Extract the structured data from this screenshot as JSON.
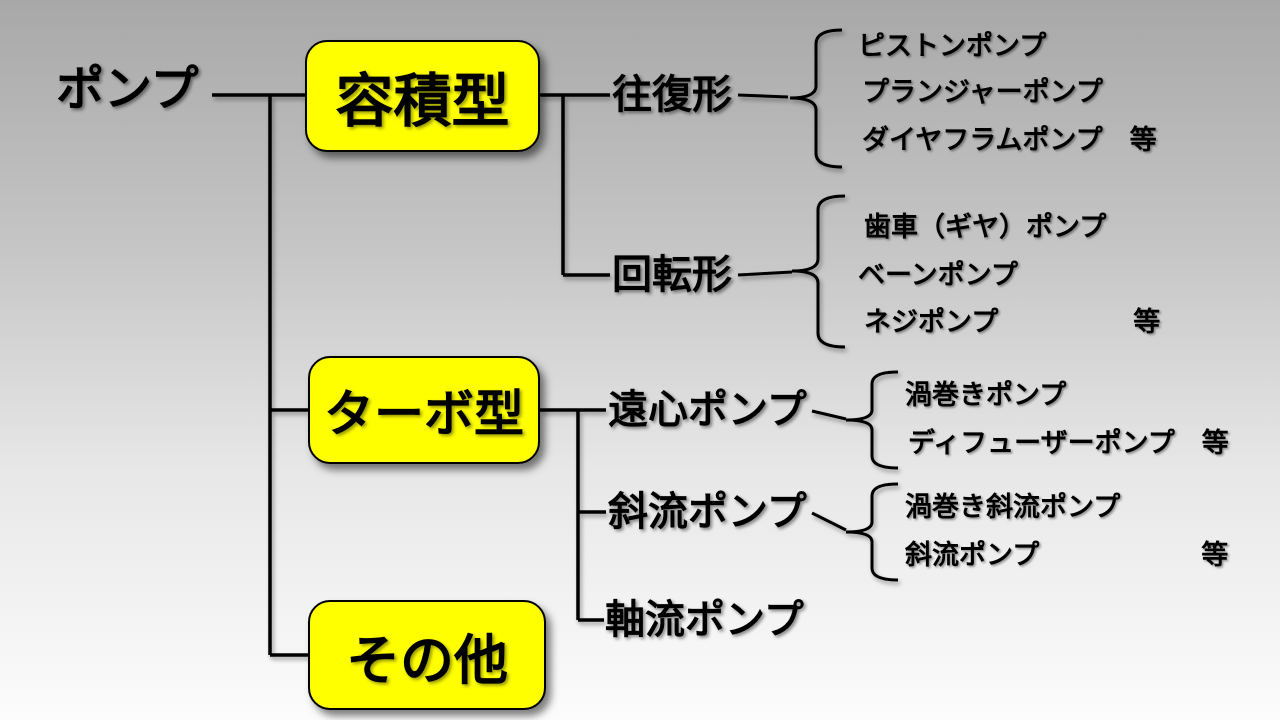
{
  "colors": {
    "box_fill": "#ffff00",
    "line": "#000000",
    "background_top": "#a8a8a8",
    "background_bottom": "#fcfcfc"
  },
  "root": {
    "label": "ポンプ"
  },
  "tree": {
    "categories": [
      {
        "label": "容積型",
        "color": "#ffff00",
        "children": [
          {
            "label": "往復形",
            "items": [
              "ピストンポンプ",
              "プランジャーポンプ",
              "ダイヤフラムポンプ　等"
            ]
          },
          {
            "label": "回転形",
            "items": [
              "歯車（ギヤ）ポンプ",
              "ベーンポンプ",
              "ネジポンプ　　　　　等"
            ]
          }
        ]
      },
      {
        "label": "ターボ型",
        "color": "#ffff00",
        "children": [
          {
            "label": "遠心ポンプ",
            "items": [
              "渦巻きポンプ",
              "ディフューザーポンプ　等"
            ]
          },
          {
            "label": "斜流ポンプ",
            "items": [
              "渦巻き斜流ポンプ",
              "斜流ポンプ　　　　　　等"
            ]
          },
          {
            "label": "軸流ポンプ",
            "items": []
          }
        ]
      },
      {
        "label": "その他",
        "color": "#ffff00",
        "children": []
      }
    ]
  }
}
